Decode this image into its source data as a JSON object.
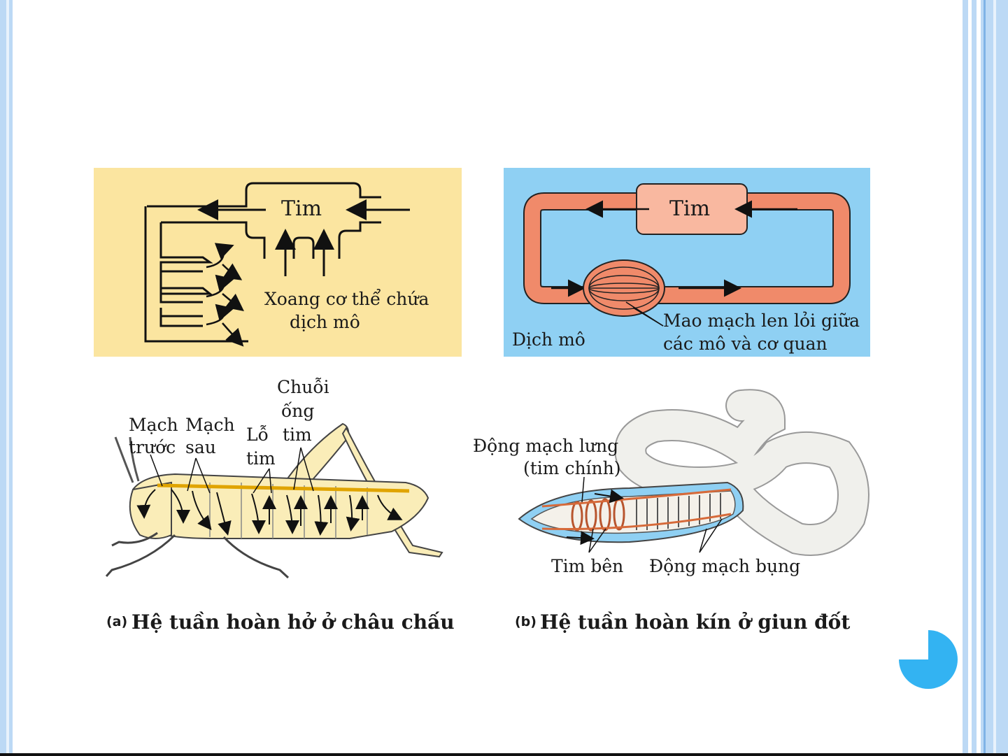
{
  "diagram_a": {
    "heart_label": "Tim",
    "sinus_label_line1": "Xoang cơ thể chứa",
    "sinus_label_line2": "dịch mô"
  },
  "diagram_b": {
    "heart_label": "Tim",
    "tissue_fluid_label": "Dịch mô",
    "capillary_label_line1": "Mao mạch len lỏi giữa",
    "capillary_label_line2": "các mô và cơ quan"
  },
  "grasshopper": {
    "anterior_vessel_line1": "Mạch",
    "anterior_vessel_line2": "trước",
    "posterior_vessel_line1": "Mạch",
    "posterior_vessel_line2": "sau",
    "ostia_line1": "Lỗ",
    "ostia_line2": "tim",
    "heart_chain_line1": "Chuỗi",
    "heart_chain_line2": "ống",
    "heart_chain_line3": "tim"
  },
  "earthworm": {
    "dorsal_vessel_line1": "Động mạch lưng",
    "dorsal_vessel_line2": "(tim chính)",
    "lateral_hearts": "Tim bên",
    "ventral_vessel": "Động mạch bụng"
  },
  "captions": {
    "a_prefix": "(a)",
    "a_text": "Hệ tuần hoàn hở ở châu chấu",
    "b_prefix": "(b)",
    "b_text": "Hệ tuần hoàn kín ở giun đốt"
  },
  "colors": {
    "panel_a_bg": "#fbe5a0",
    "panel_b_bg": "#8fd0f3",
    "vessel_b": "#f08a6a",
    "heart_b": "#f9b8a0",
    "corner_accent": "#33b3f2"
  }
}
